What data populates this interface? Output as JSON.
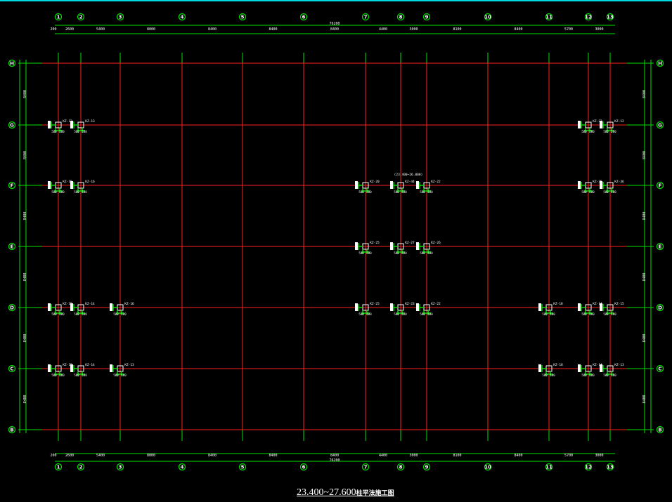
{
  "drawing": {
    "title_elev": "23.400~27.600",
    "title_text": "柱平法施工图",
    "col_axes": [
      "1",
      "2",
      "3",
      "4",
      "5",
      "6",
      "7",
      "8",
      "9",
      "10",
      "11",
      "12",
      "13"
    ],
    "row_axes": [
      "H",
      "G",
      "F",
      "E",
      "D",
      "C",
      "B"
    ],
    "top_dims": [
      "200",
      "2600",
      "5400",
      "8000",
      "8400",
      "8400",
      "8400",
      "4400",
      "3000",
      "8100",
      "8400",
      "5700",
      "3000"
    ],
    "top_total": "76200",
    "bottom_dims": [
      "200",
      "2600",
      "5400",
      "8000",
      "8400",
      "8400",
      "8400",
      "4400",
      "3000",
      "8100",
      "8400",
      "5700",
      "3000"
    ],
    "bottom_total": "76200",
    "side_dims": [
      "8400",
      "8400",
      "8400",
      "8400",
      "8400",
      "8400"
    ],
    "columns": [
      {
        "axis": "1",
        "row": "G",
        "label": "KZ-12"
      },
      {
        "axis": "2",
        "row": "G",
        "label": "KZ-13"
      },
      {
        "axis": "1",
        "row": "F",
        "label": "KZ-15"
      },
      {
        "axis": "2",
        "row": "F",
        "label": "KZ-16"
      },
      {
        "axis": "1",
        "row": "D",
        "label": "KZ-15"
      },
      {
        "axis": "2",
        "row": "D",
        "label": "KZ-14"
      },
      {
        "axis": "3",
        "row": "D",
        "label": "KZ-16"
      },
      {
        "axis": "1",
        "row": "C",
        "label": "KZ-15"
      },
      {
        "axis": "2",
        "row": "C",
        "label": "KZ-14"
      },
      {
        "axis": "3",
        "row": "C",
        "label": "KZ-13"
      },
      {
        "axis": "7",
        "row": "F",
        "label": "KZ-20"
      },
      {
        "axis": "8",
        "row": "F",
        "label": "KZ-44"
      },
      {
        "axis": "9",
        "row": "F",
        "label": "KZ-22"
      },
      {
        "axis": "7",
        "row": "E",
        "label": "KZ-25"
      },
      {
        "axis": "8",
        "row": "E",
        "label": "KZ-27"
      },
      {
        "axis": "9",
        "row": "E",
        "label": "KZ-26"
      },
      {
        "axis": "7",
        "row": "D",
        "label": "KZ-25"
      },
      {
        "axis": "8",
        "row": "D",
        "label": "KZ-23"
      },
      {
        "axis": "9",
        "row": "D",
        "label": "KZ-22"
      },
      {
        "axis": "12",
        "row": "G",
        "label": "KZ-33"
      },
      {
        "axis": "13",
        "row": "G",
        "label": "KZ-12"
      },
      {
        "axis": "12",
        "row": "F",
        "label": "KZ-35"
      },
      {
        "axis": "13",
        "row": "F",
        "label": "KZ-36"
      },
      {
        "axis": "11",
        "row": "D",
        "label": "KZ-18"
      },
      {
        "axis": "12",
        "row": "D",
        "label": "KZ-14"
      },
      {
        "axis": "13",
        "row": "D",
        "label": "KZ-15"
      },
      {
        "axis": "11",
        "row": "C",
        "label": "KZ-18"
      },
      {
        "axis": "12",
        "row": "C",
        "label": "KZ-14"
      },
      {
        "axis": "13",
        "row": "C",
        "label": "KZ-13"
      }
    ],
    "column_size": "500",
    "column_note": "(23.400~26.000)",
    "colors": {
      "grid": "#ff2020",
      "dim": "#00e000",
      "text": "#ffffff",
      "border": "#00d8e0"
    }
  }
}
